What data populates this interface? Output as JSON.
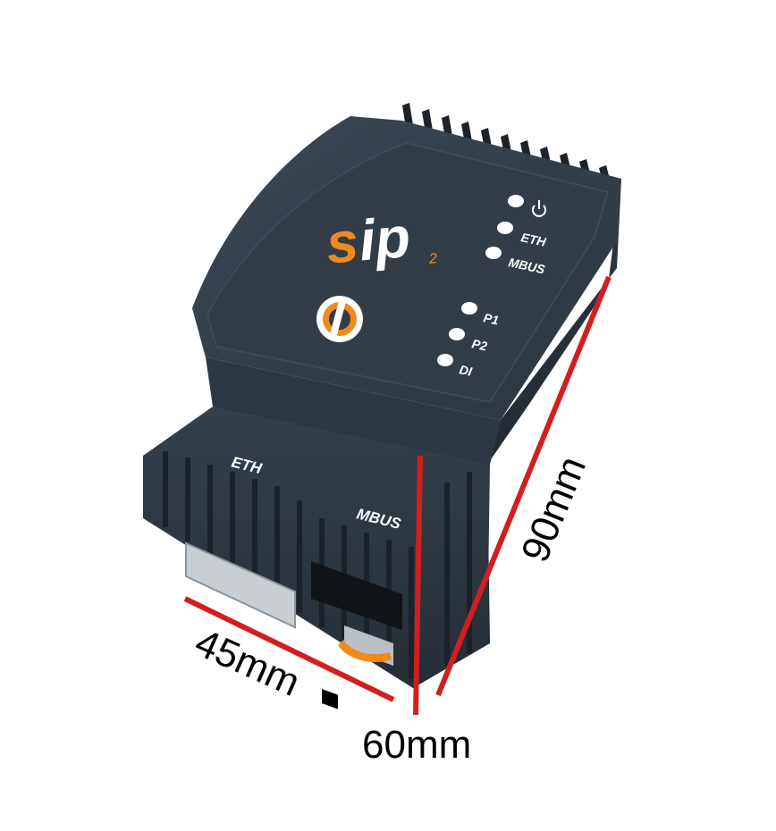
{
  "product": {
    "brand_main": "sip",
    "brand_sub": "2",
    "brand_color": "#f08a1c",
    "body_color": "#2f3a44"
  },
  "leds": [
    {
      "label": "",
      "icon": "power-icon"
    },
    {
      "label": "ETH"
    },
    {
      "label": "MBUS"
    },
    {
      "label": "P1"
    },
    {
      "label": "P2"
    },
    {
      "label": "DI"
    }
  ],
  "ports": {
    "eth_label": "ETH",
    "mbus_label": "MBUS"
  },
  "dimensions": {
    "width": "45mm",
    "depth": "60mm",
    "height": "90mm",
    "line_color": "#d11f1f"
  }
}
